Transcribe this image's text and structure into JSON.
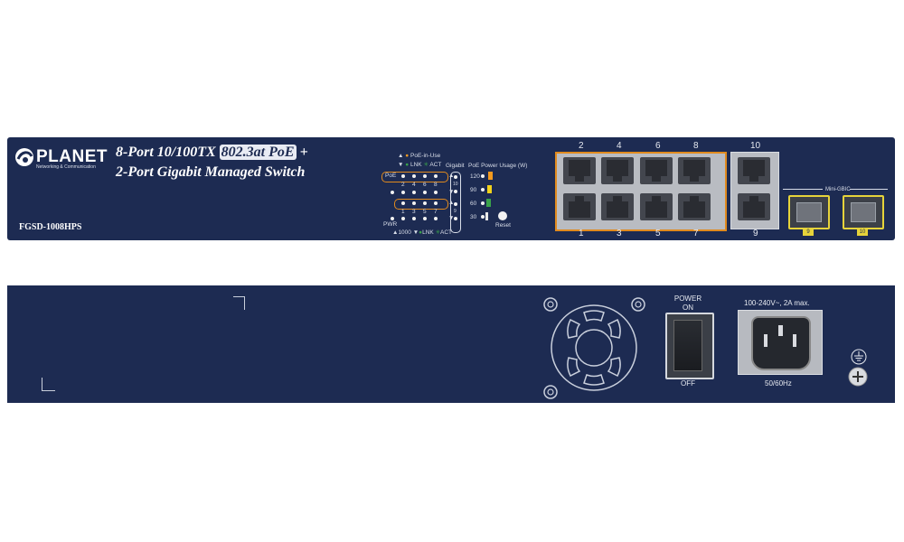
{
  "front": {
    "brand": "PLANET",
    "brand_tagline": "Networking & Communication",
    "title_line1_prefix": "8-Port 10/100TX",
    "title_badge": "802.3at PoE",
    "title_line1_suffix": "+",
    "title_line2": "2-Port Gigabit Managed Switch",
    "model": "FGSD-1008HPS",
    "led_legend": {
      "poe_in_use": "PoE-in-Use",
      "lnk": "LNK",
      "act": "ACT",
      "poe_label": "PoE",
      "pwr_label": "PWR",
      "bottom_1000": "1000",
      "bottom_lnk": "LNK",
      "bottom_act": "ACT",
      "top_numbers": [
        "2",
        "4",
        "6",
        "8"
      ],
      "bottom_numbers": [
        "1",
        "3",
        "5",
        "7"
      ]
    },
    "gigabit": {
      "label": "Gigabit",
      "ports": [
        "10",
        "9"
      ]
    },
    "poe_power": {
      "label": "PoE Power Usage (W)",
      "levels": [
        "120",
        "90",
        "60",
        "30"
      ],
      "colors": [
        "#f39a1f",
        "#f2d21b",
        "#3aa34a",
        "#e8e8e8"
      ]
    },
    "reset_label": "Reset",
    "ports_top": [
      "2",
      "4",
      "6",
      "8"
    ],
    "ports_bottom": [
      "1",
      "3",
      "5",
      "7"
    ],
    "gig_port_top": "10",
    "gig_port_bottom": "9",
    "minigbic_label": "Mini-GBIC",
    "sfp_labels": [
      "9",
      "10"
    ],
    "accent": "#e08a1e",
    "sfp_accent": "#e6d33a"
  },
  "rear": {
    "power_switch_label_1": "POWER",
    "power_switch_label_2": "ON",
    "power_switch_off": "OFF",
    "power_rating": "100-240V~, 2A max.",
    "power_freq": "50/60Hz",
    "ground_icon": "ground-icon"
  }
}
